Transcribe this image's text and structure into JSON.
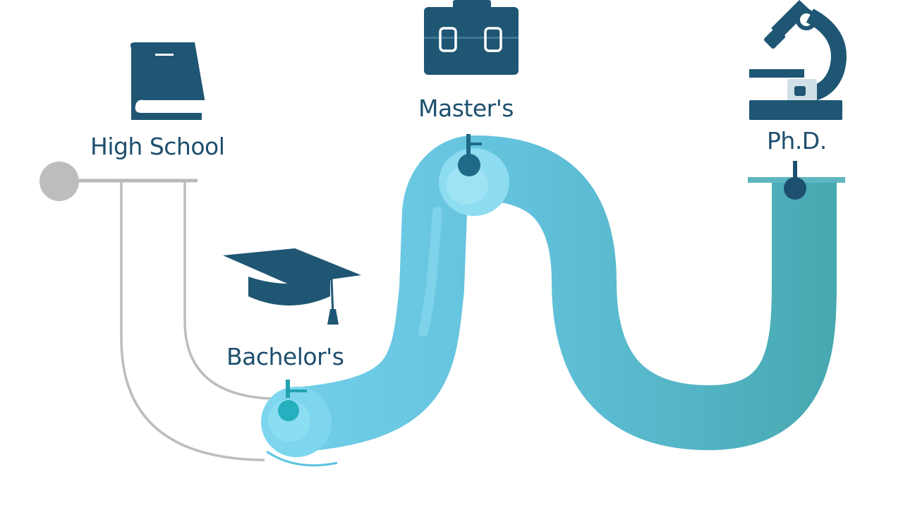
{
  "diagram": {
    "stages": [
      {
        "id": "high-school",
        "label": "High School",
        "icon": "book-icon"
      },
      {
        "id": "bachelors",
        "label": "Bachelor's",
        "icon": "graduation-cap-icon"
      },
      {
        "id": "masters",
        "label": "Master's",
        "icon": "briefcase-icon"
      },
      {
        "id": "phd",
        "label": "Ph.D.",
        "icon": "microscope-icon"
      }
    ],
    "colors": {
      "icon": "#1f5673",
      "label": "#1d4f6e",
      "tube_light": "#6dcbe6",
      "tube_dark": "#45a9b2",
      "start_line": "#b8b8b8",
      "node": "#1f6a86"
    }
  }
}
